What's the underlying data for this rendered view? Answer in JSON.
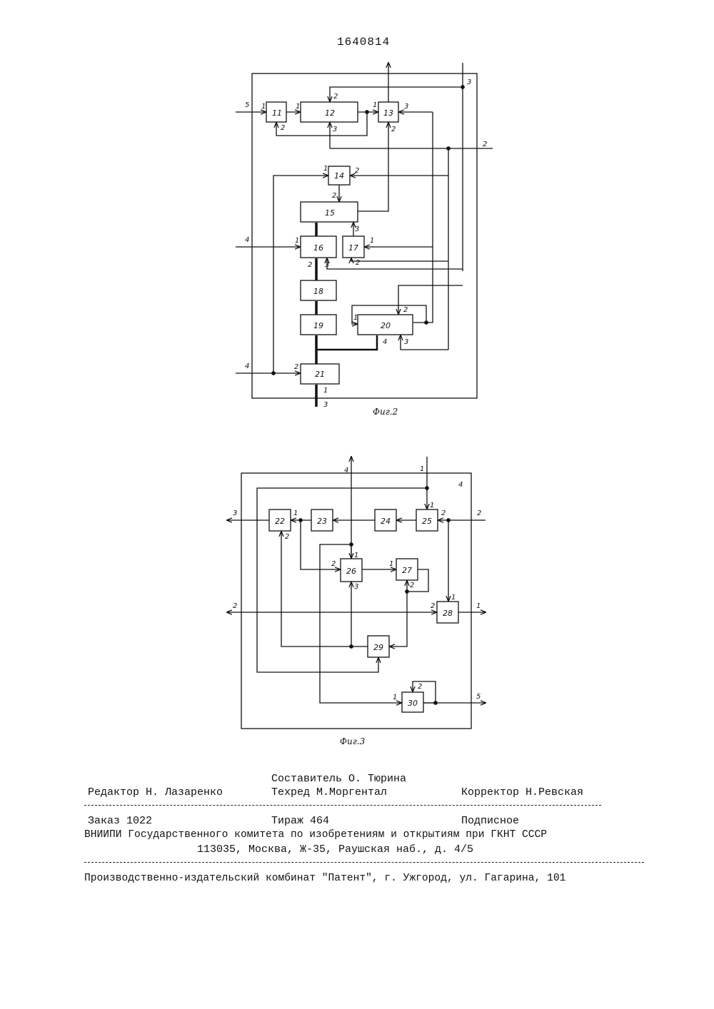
{
  "patent_number": "1640814",
  "figure2": {
    "caption": "Фиг.2",
    "blocks": [
      "11",
      "12",
      "13",
      "14",
      "15",
      "16",
      "17",
      "18",
      "19",
      "20",
      "21"
    ],
    "external_labels": [
      "5",
      "4",
      "4",
      "3",
      "2",
      "3"
    ]
  },
  "figure3": {
    "caption": "Фиг.3",
    "box_label": "4",
    "blocks": [
      "22",
      "23",
      "24",
      "25",
      "26",
      "27",
      "28",
      "29",
      "30"
    ],
    "external_labels": [
      "4",
      "1",
      "3",
      "2",
      "2",
      "1",
      "5"
    ]
  },
  "colophon": {
    "compiler": "Составитель О. Тюрина",
    "editor": "Редактор Н. Лазаренко",
    "tech_editor": "Техред М.Моргентал",
    "corrector": "Корректор Н.Ревская",
    "order": "Заказ 1022",
    "circulation": "Тираж 464",
    "subscription": "Подписное",
    "publisher_line1": "ВНИИПИ Государственного комитета по изобретениям и открытиям при ГКНТ СССР",
    "publisher_line2": "113035, Москва, Ж-35, Раушская наб., д. 4/5",
    "printer": "Производственно-издательский комбинат \"Патент\", г. Ужгород, ул. Гагарина, 101"
  }
}
